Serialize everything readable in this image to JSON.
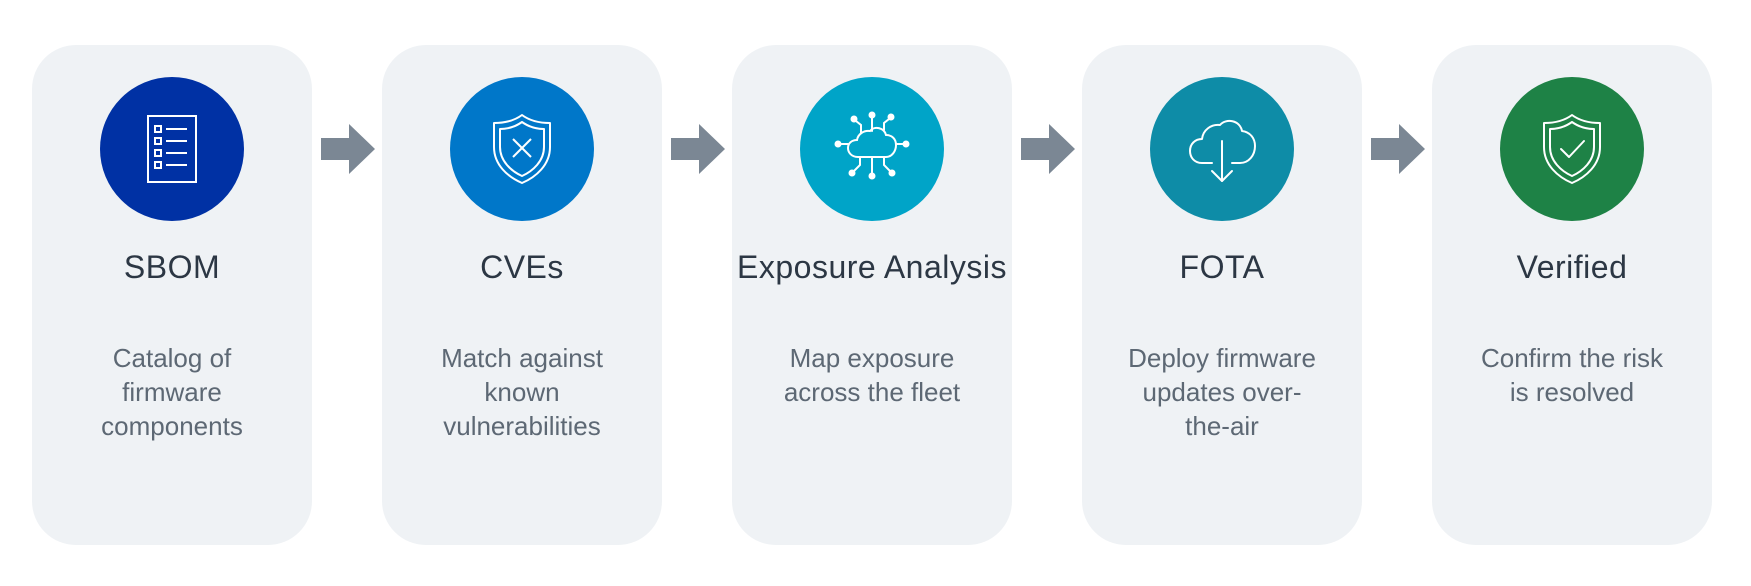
{
  "steps": [
    {
      "title": "SBOM",
      "description": "Catalog of firmware components",
      "color": "#0031a4",
      "icon": "checklist-icon"
    },
    {
      "title": "CVEs",
      "description": "Match against known vulnerabilities",
      "color": "#0077c9",
      "icon": "shield-x-icon"
    },
    {
      "title": "Exposure Analysis",
      "description": "Map exposure across the fleet",
      "color": "#00a4c8",
      "icon": "cloud-network-icon"
    },
    {
      "title": "FOTA",
      "description": "Deploy firmware updates over-the-air",
      "color": "#0e8ca7",
      "icon": "cloud-download-icon"
    },
    {
      "title": "Verified",
      "description": "Confirm the risk is resolved",
      "color": "#1e8246",
      "icon": "shield-check-icon"
    }
  ],
  "colors": {
    "card_background": "#eff2f5",
    "arrow": "#7b8794",
    "title_text": "#2c3744",
    "description_text": "#5d6874"
  }
}
